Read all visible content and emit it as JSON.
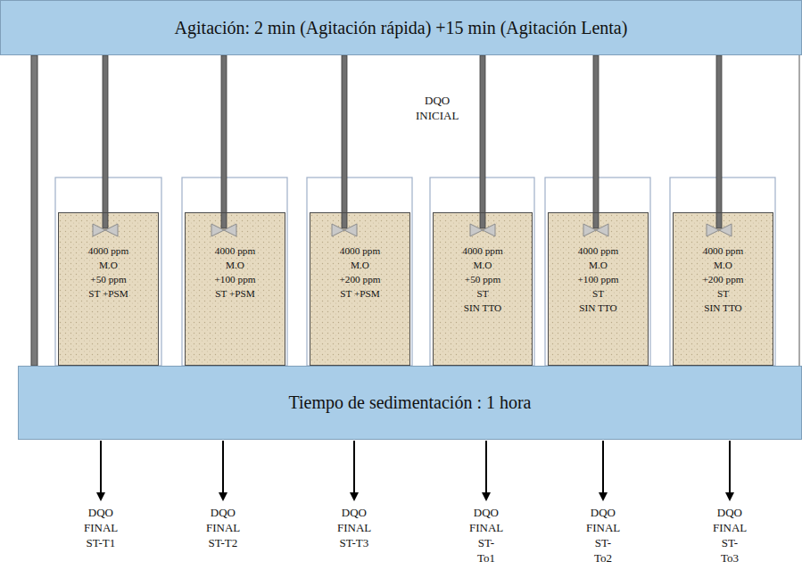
{
  "diagram": {
    "nodes": [
      {
        "text": [
          "Agitación: 2 min (Agitación rápida) +15 min (Agitación Lenta)"
        ]
      },
      {
        "text": [
          "4000 ppm",
          "M.O",
          "+50 ppm",
          "ST +PSM"
        ]
      },
      {
        "text": [
          "4000 ppm",
          "M.O",
          "+100 ppm",
          "ST +PSM"
        ]
      },
      {
        "text": [
          "4000 ppm",
          "M.O",
          "+200 ppm",
          "ST +PSM"
        ]
      },
      {
        "text": [
          "4000 ppm",
          "M.O",
          "+50 ppm",
          "ST",
          "SIN TTO"
        ]
      },
      {
        "text": [
          "4000 ppm",
          "M.O",
          "+100 ppm",
          "ST",
          "SIN TTO"
        ]
      },
      {
        "text": [
          "4000 ppm",
          "M.O",
          "+200 ppm",
          "ST",
          "SIN TTO"
        ]
      },
      {
        "text": [
          "Tiempo de sedimentación : 1 hora"
        ]
      }
    ],
    "labels": [
      "DQO INICIAL",
      "DQO FINAL ST-T1",
      "DQO FINAL ST-T2",
      "DQO FINAL ST-T3",
      "DQO FINAL ST-To1",
      "DQO FINAL ST-To2",
      "DQO FINAL ST-To3"
    ]
  }
}
